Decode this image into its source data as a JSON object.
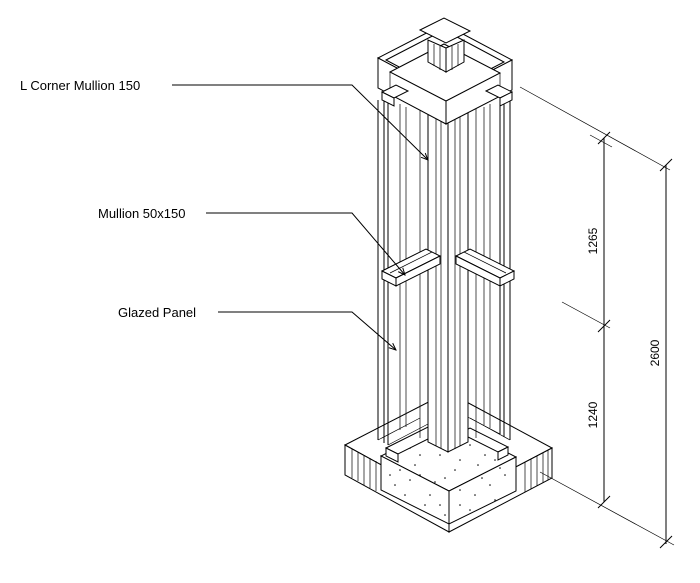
{
  "labels": {
    "corner_mullion": "L Corner Mullion 150",
    "mullion": "Mullion 50x150",
    "glazed_panel": "Glazed Panel"
  },
  "dimensions": {
    "upper": "1265",
    "lower": "1240",
    "overall": "2600"
  }
}
